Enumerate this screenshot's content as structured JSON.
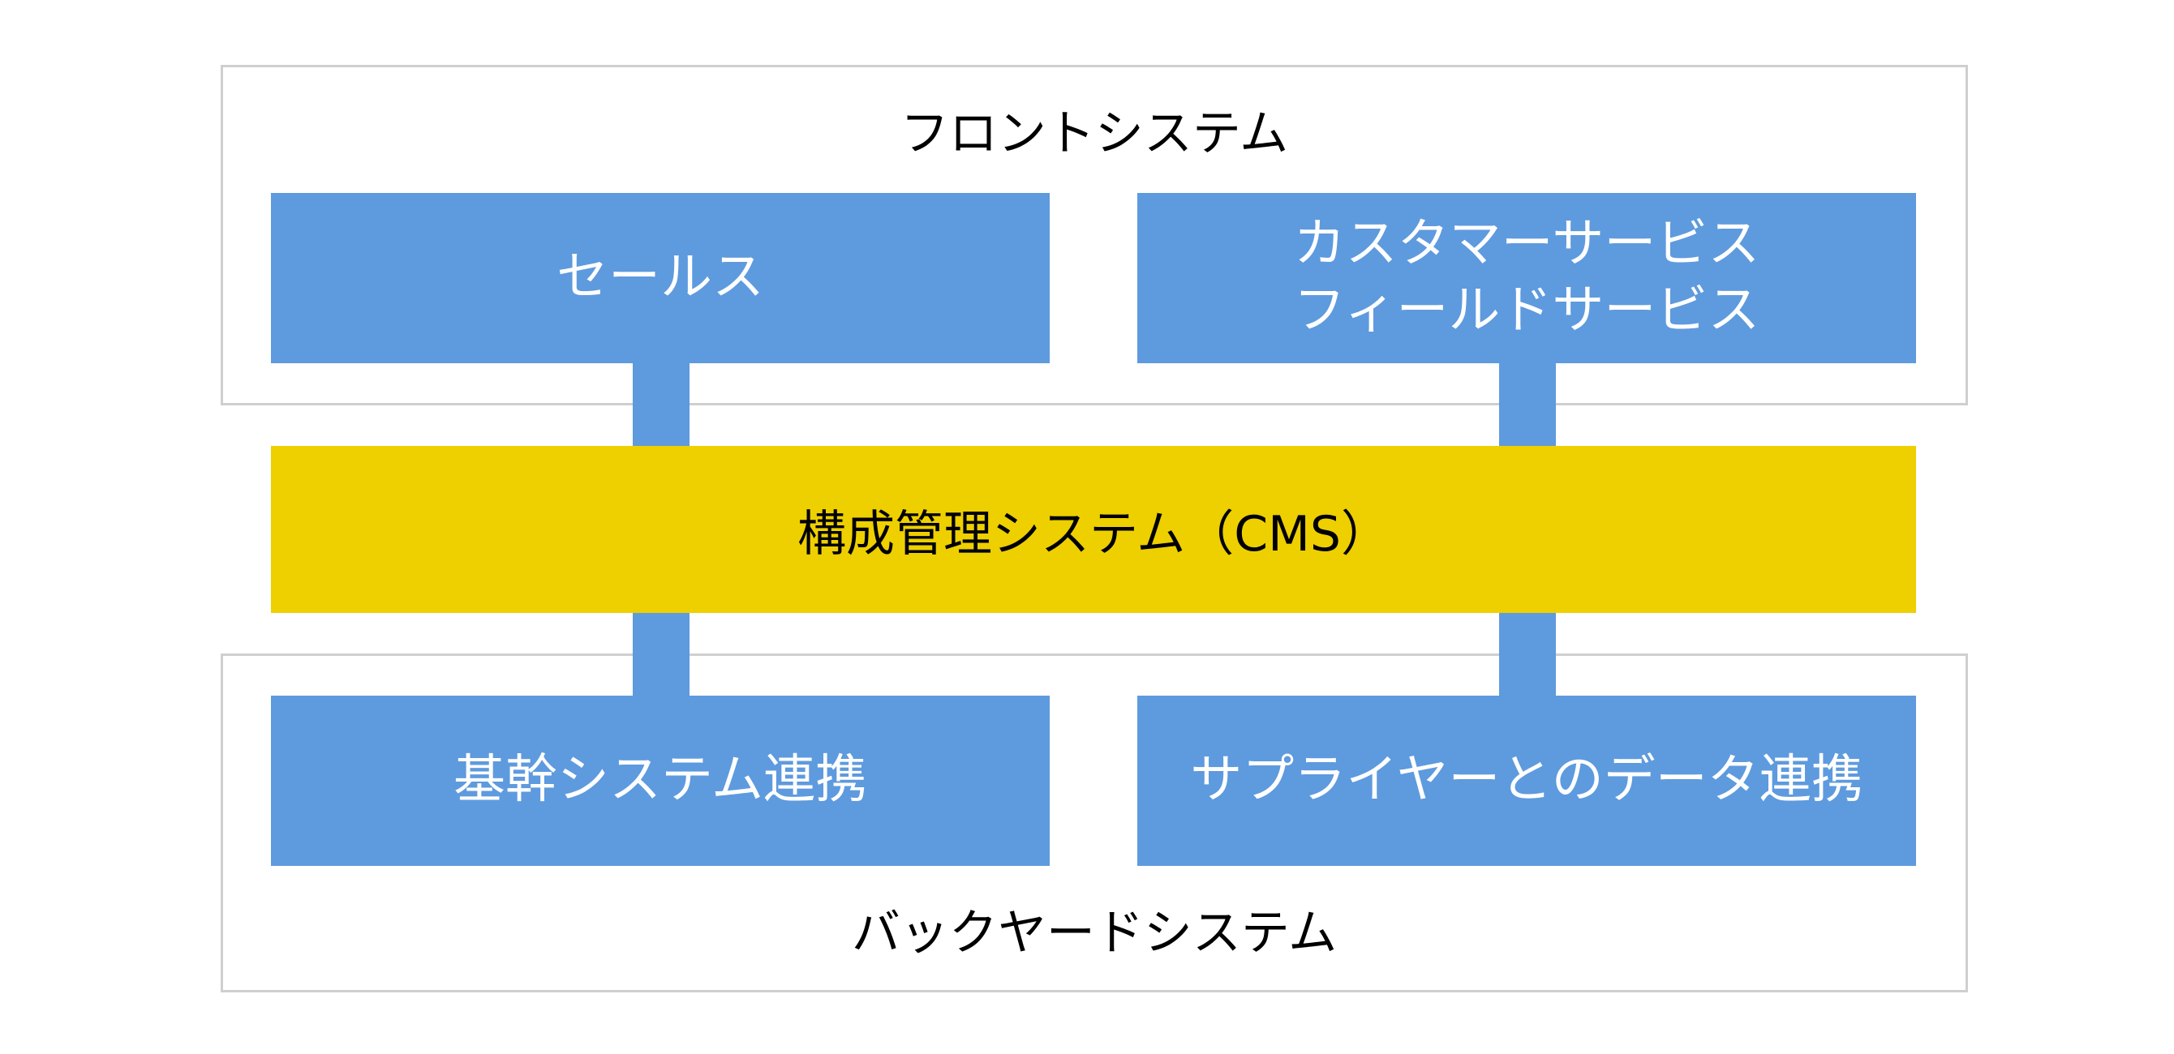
{
  "front_system": {
    "title": "フロントシステム",
    "boxes": [
      {
        "lines": [
          "セールス"
        ]
      },
      {
        "lines": [
          "カスタマーサービス",
          "フィールドサービス"
        ]
      }
    ]
  },
  "core_system": {
    "label": "構成管理システム（CMS）"
  },
  "backyard_system": {
    "title": "バックヤードシステム",
    "boxes": [
      {
        "lines": [
          "基幹システム連携"
        ]
      },
      {
        "lines": [
          "サプライヤーとのデータ連携"
        ]
      }
    ]
  },
  "colors": {
    "module_blue": "#5e9ade",
    "core_yellow": "#eecf00",
    "frame_border": "#cfcfcf"
  }
}
